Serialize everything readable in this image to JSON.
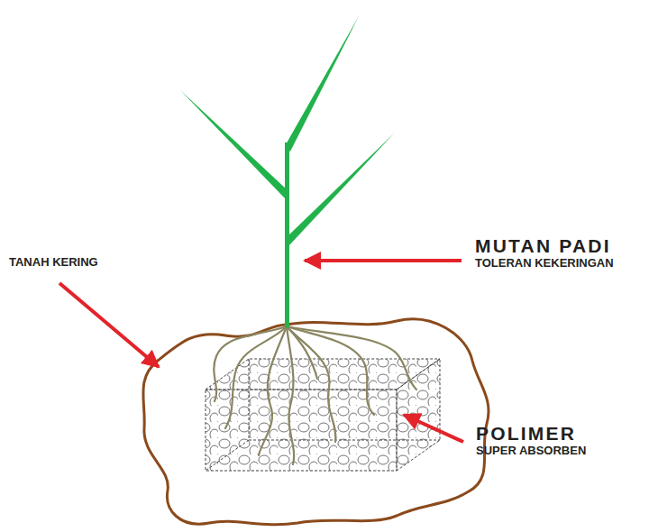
{
  "diagram": {
    "labels": [
      "MUTAN PADI",
      "TOLERAN KEKERINGAN",
      "TANAH KERING",
      "POLIMER",
      "SUPER ABSORBEN"
    ]
  }
}
